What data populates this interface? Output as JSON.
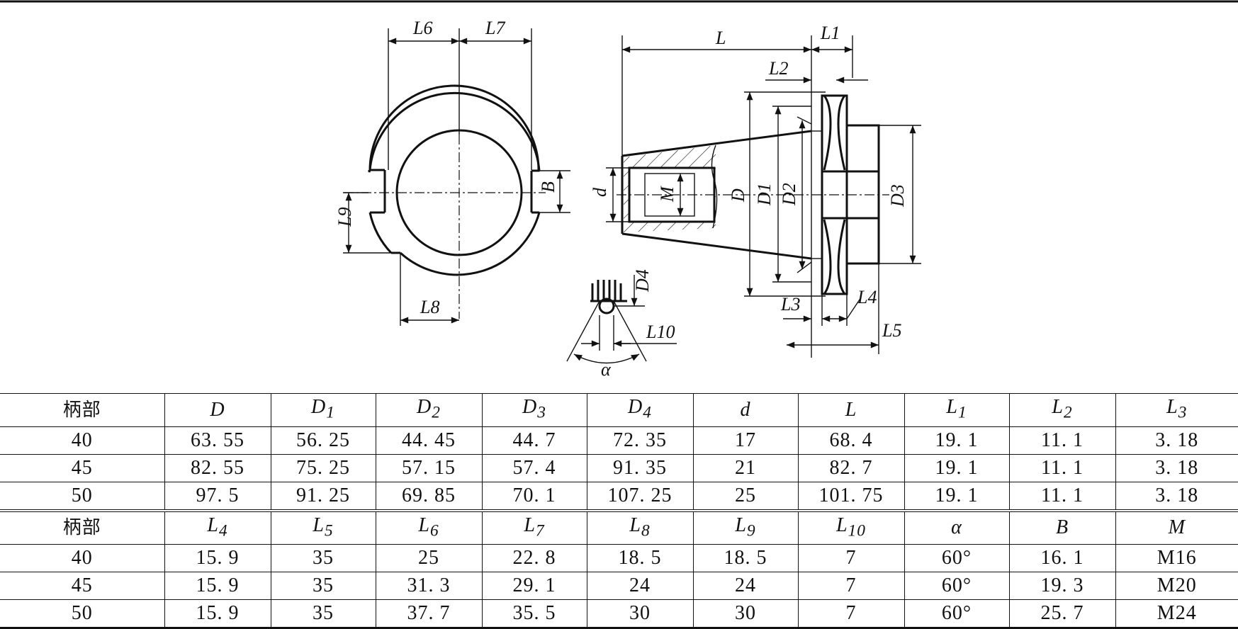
{
  "drawing": {
    "labels": {
      "L6": "L6",
      "L7": "L7",
      "B": "B",
      "L9": "L9",
      "L8": "L8",
      "L": "L",
      "L1": "L1",
      "L2": "L2",
      "L3": "L3",
      "L4": "L4",
      "L5": "L5",
      "d": "d",
      "M": "M",
      "D": "D",
      "D1": "D1",
      "D2": "D2",
      "D3": "D3",
      "D4": "D4",
      "L10": "L10",
      "alpha": "α"
    }
  },
  "table": {
    "header1": [
      {
        "s": "柄部",
        "b": ""
      },
      {
        "s": "D",
        "b": ""
      },
      {
        "s": "D",
        "b": "1"
      },
      {
        "s": "D",
        "b": "2"
      },
      {
        "s": "D",
        "b": "3"
      },
      {
        "s": "D",
        "b": "4"
      },
      {
        "s": "d",
        "b": ""
      },
      {
        "s": "L",
        "b": ""
      },
      {
        "s": "L",
        "b": "1"
      },
      {
        "s": "L",
        "b": "2"
      },
      {
        "s": "L",
        "b": "3"
      }
    ],
    "rows1": [
      [
        "40",
        "63. 55",
        "56. 25",
        "44. 45",
        "44. 7",
        "72. 35",
        "17",
        "68. 4",
        "19. 1",
        "11. 1",
        "3. 18"
      ],
      [
        "45",
        "82. 55",
        "75. 25",
        "57. 15",
        "57. 4",
        "91. 35",
        "21",
        "82. 7",
        "19. 1",
        "11. 1",
        "3. 18"
      ],
      [
        "50",
        "97. 5",
        "91. 25",
        "69. 85",
        "70. 1",
        "107. 25",
        "25",
        "101. 75",
        "19. 1",
        "11. 1",
        "3. 18"
      ]
    ],
    "header2": [
      {
        "s": "柄部",
        "b": ""
      },
      {
        "s": "L",
        "b": "4"
      },
      {
        "s": "L",
        "b": "5"
      },
      {
        "s": "L",
        "b": "6"
      },
      {
        "s": "L",
        "b": "7"
      },
      {
        "s": "L",
        "b": "8"
      },
      {
        "s": "L",
        "b": "9"
      },
      {
        "s": "L",
        "b": "10"
      },
      {
        "s": "α",
        "b": ""
      },
      {
        "s": "B",
        "b": ""
      },
      {
        "s": "M",
        "b": ""
      }
    ],
    "rows2": [
      [
        "40",
        "15. 9",
        "35",
        "25",
        "22. 8",
        "18. 5",
        "18. 5",
        "7",
        "60°",
        "16. 1",
        "M16"
      ],
      [
        "45",
        "15. 9",
        "35",
        "31. 3",
        "29. 1",
        "24",
        "24",
        "7",
        "60°",
        "19. 3",
        "M20"
      ],
      [
        "50",
        "15. 9",
        "35",
        "37. 7",
        "35. 5",
        "30",
        "30",
        "7",
        "60°",
        "25. 7",
        "M24"
      ]
    ]
  }
}
